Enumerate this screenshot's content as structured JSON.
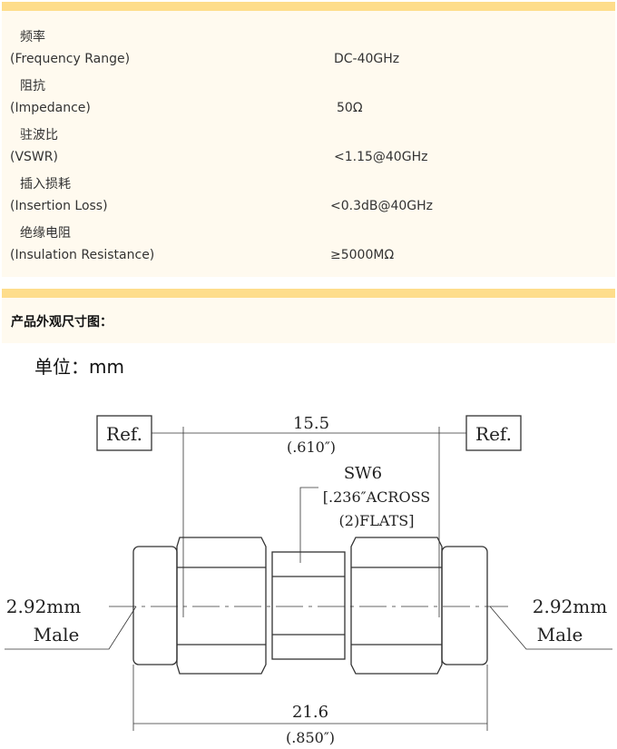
{
  "specs": [
    {
      "cn": "频率",
      "en": "(Frequency Range)",
      "value": "DC-40GHz"
    },
    {
      "cn": "阻抗",
      "en": "(Impedance)",
      "value": "50Ω"
    },
    {
      "cn": "驻波比",
      "en": "(VSWR)",
      "value": "<1.15@40GHz"
    },
    {
      "cn": "插入损耗",
      "en": "(Insertion Loss)",
      "value": "<0.3dB@40GHz"
    },
    {
      "cn": "绝缘电阻",
      "en": "(Insulation Resistance)",
      "value": "≥5000MΩ"
    }
  ],
  "section_title": "产品外观尺寸图：",
  "unit_label": "单位：mm",
  "drawing": {
    "ref_left": "Ref.",
    "ref_right": "Ref.",
    "dim_top": "15.5",
    "dim_top_in": "(.610″)",
    "sw": "SW6",
    "sw_in": "[.236″ACROSS",
    "sw_flats": "(2)FLATS]",
    "left_size": "2.92mm",
    "left_gender": "Male",
    "right_size": "2.92mm",
    "right_gender": "Male",
    "dim_bottom": "21.6",
    "dim_bottom_in": "(.850″)"
  }
}
